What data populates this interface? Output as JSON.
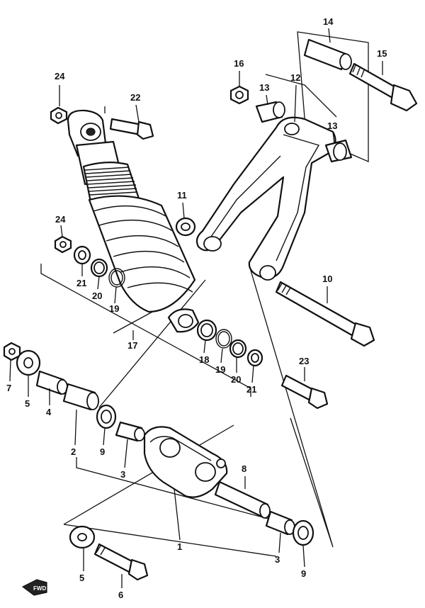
{
  "callouts": [
    {
      "id": "c1",
      "text": "1"
    },
    {
      "id": "c2",
      "text": "2"
    },
    {
      "id": "c3a",
      "text": "3"
    },
    {
      "id": "c3b",
      "text": "3"
    },
    {
      "id": "c4",
      "text": "4"
    },
    {
      "id": "c5a",
      "text": "5"
    },
    {
      "id": "c5b",
      "text": "5"
    },
    {
      "id": "c6",
      "text": "6"
    },
    {
      "id": "c7",
      "text": "7"
    },
    {
      "id": "c8",
      "text": "8"
    },
    {
      "id": "c9a",
      "text": "9"
    },
    {
      "id": "c9b",
      "text": "9"
    },
    {
      "id": "c10",
      "text": "10"
    },
    {
      "id": "c11",
      "text": "11"
    },
    {
      "id": "c12",
      "text": "12"
    },
    {
      "id": "c13a",
      "text": "13"
    },
    {
      "id": "c13b",
      "text": "13"
    },
    {
      "id": "c14",
      "text": "14"
    },
    {
      "id": "c15",
      "text": "15"
    },
    {
      "id": "c16",
      "text": "16"
    },
    {
      "id": "c17",
      "text": "17"
    },
    {
      "id": "c18",
      "text": "18"
    },
    {
      "id": "c19a",
      "text": "19"
    },
    {
      "id": "c19b",
      "text": "19"
    },
    {
      "id": "c20a",
      "text": "20"
    },
    {
      "id": "c20b",
      "text": "20"
    },
    {
      "id": "c21a",
      "text": "21"
    },
    {
      "id": "c21b",
      "text": "21"
    },
    {
      "id": "c22",
      "text": "22"
    },
    {
      "id": "c23",
      "text": "23"
    },
    {
      "id": "c24a",
      "text": "24"
    },
    {
      "id": "c24b",
      "text": "24"
    }
  ],
  "forward_marker": {
    "text": "FWD",
    "icon": "forward-arrow-icon"
  },
  "colors": {
    "ink": "#111111",
    "paper": "#ffffff"
  }
}
